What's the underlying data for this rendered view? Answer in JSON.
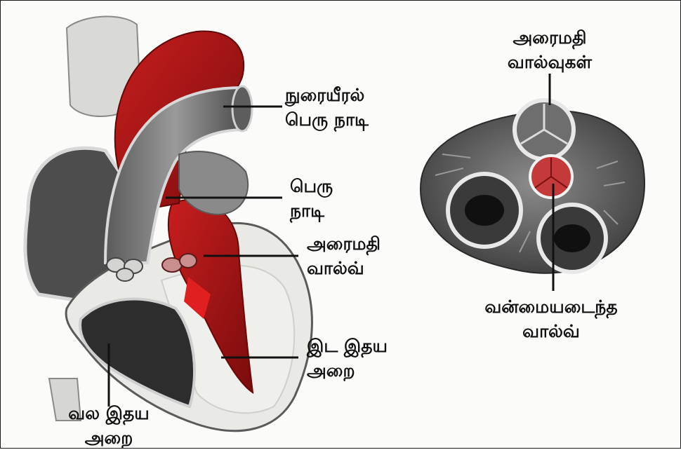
{
  "labels": {
    "pulmonary_artery": {
      "line1": "நுரையீரல்",
      "line2": "பெரு நாடி"
    },
    "aorta": {
      "line1": "பெரு",
      "line2": "நாடி"
    },
    "semilunar_valve": {
      "line1": "அரைமதி",
      "line2": "வால்வ்"
    },
    "left_ventricle": {
      "line1": "இட இதய",
      "line2": "அறை"
    },
    "right_ventricle": {
      "line1": "வல இதய",
      "line2": "அறை"
    },
    "semilunar_valves": {
      "line1": "அரைமதி",
      "line2": "வால்வுகள்"
    },
    "atrioventricular_valve": {
      "line1": "வன்மையடைந்த",
      "line2": "வால்வ்"
    }
  }
}
